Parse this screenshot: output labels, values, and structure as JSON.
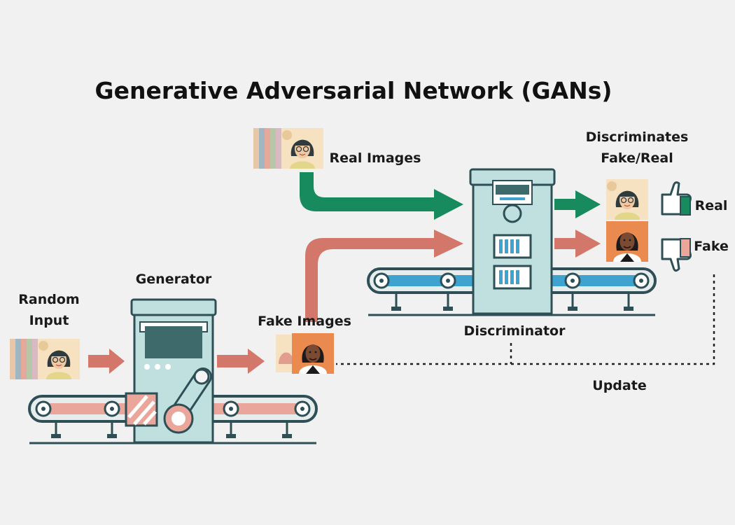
{
  "title": "Generative Adversarial Network (GANs)",
  "labels": {
    "random_input_line1": "Random",
    "random_input_line2": "Input",
    "generator": "Generator",
    "fake_images": "Fake Images",
    "real_images": "Real Images",
    "discriminator": "Discriminator",
    "discriminates_line1": "Discriminates",
    "discriminates_line2": "Fake/Real",
    "real": "Real",
    "fake": "Fake",
    "update": "Update"
  },
  "colors": {
    "background": "#f1f1f1",
    "green_arrow": "#178a5e",
    "red_arrow": "#d2776a",
    "machine_body": "#bfe0df",
    "machine_outline": "#2d4f55",
    "belt": "#eaa69a",
    "belt_blue": "#3fa3d0",
    "screen": "#3e6a6b"
  },
  "icons": [
    "portrait-icon",
    "thumbs-up-icon",
    "thumbs-down-icon",
    "arrow-icon",
    "generator-machine-icon",
    "discriminator-machine-icon",
    "conveyor-belt-icon"
  ]
}
